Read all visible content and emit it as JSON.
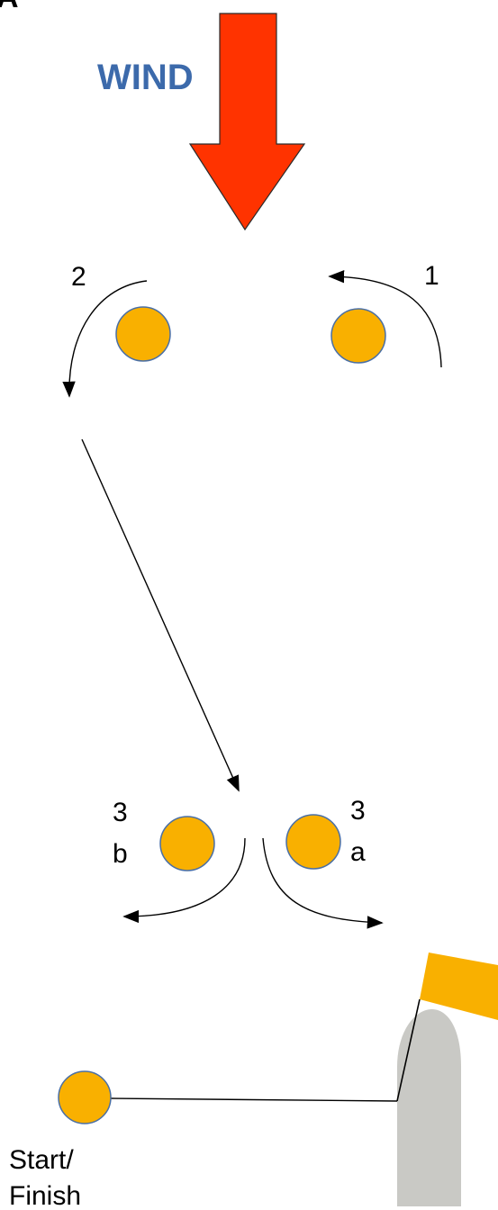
{
  "panel_label": "A",
  "wind": {
    "label": "WIND",
    "arrow_color": "#ff3300",
    "label_color": "#3c6aab"
  },
  "marks": {
    "mark_1_label": "1",
    "mark_2_label": "2",
    "mark_3a_label_line1": "3",
    "mark_3a_label_line2": "a",
    "mark_3b_label_line1": "3",
    "mark_3b_label_line2": "b",
    "start_finish_line1": "Start/",
    "start_finish_line2": "Finish",
    "buoy_color": "#f9b000",
    "buoy_stroke": "#4a6fa5"
  },
  "committee_boat": {
    "hull_color": "#c9c9c5",
    "flag_color": "#f9b000"
  },
  "legend_icons": {
    "buoy": "circle-buoy-icon",
    "arrow": "arrowhead-icon"
  }
}
